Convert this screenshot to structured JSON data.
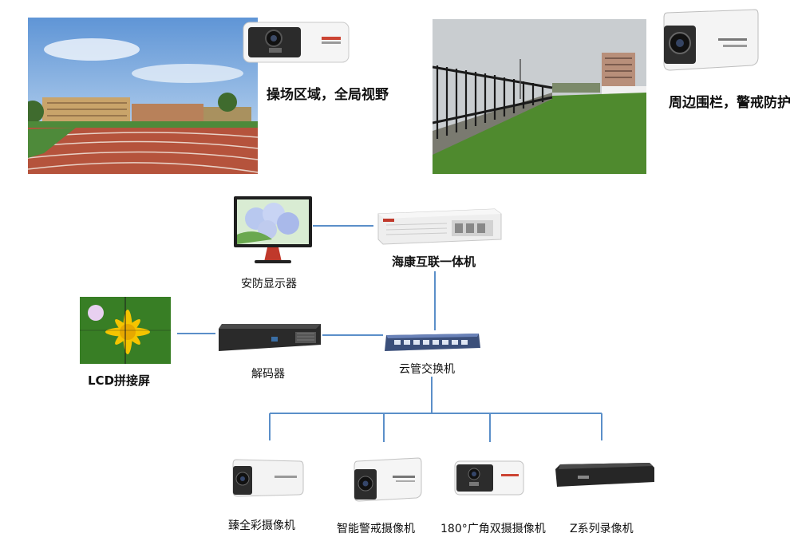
{
  "scenes": {
    "playground": {
      "caption": "操场区域，全局视野"
    },
    "fence": {
      "caption": "周边围栏，警戒防护"
    }
  },
  "devices": {
    "monitor": {
      "label": "安防显示器"
    },
    "all_in_one": {
      "label": "海康互联一体机"
    },
    "lcd_wall": {
      "label": "LCD拼接屏"
    },
    "decoder": {
      "label": "解码器"
    },
    "switch": {
      "label": "云管交换机"
    }
  },
  "endpoints": [
    {
      "label": "臻全彩摄像机"
    },
    {
      "label": "智能警戒摄像机"
    },
    {
      "label": "180°广角双摄摄像机"
    },
    {
      "label": "Z系列录像机"
    }
  ],
  "colors": {
    "line": "#5b8fc9",
    "track": "#b5533c",
    "grass": "#4e8a3a",
    "sky": "#8fbbe3"
  }
}
